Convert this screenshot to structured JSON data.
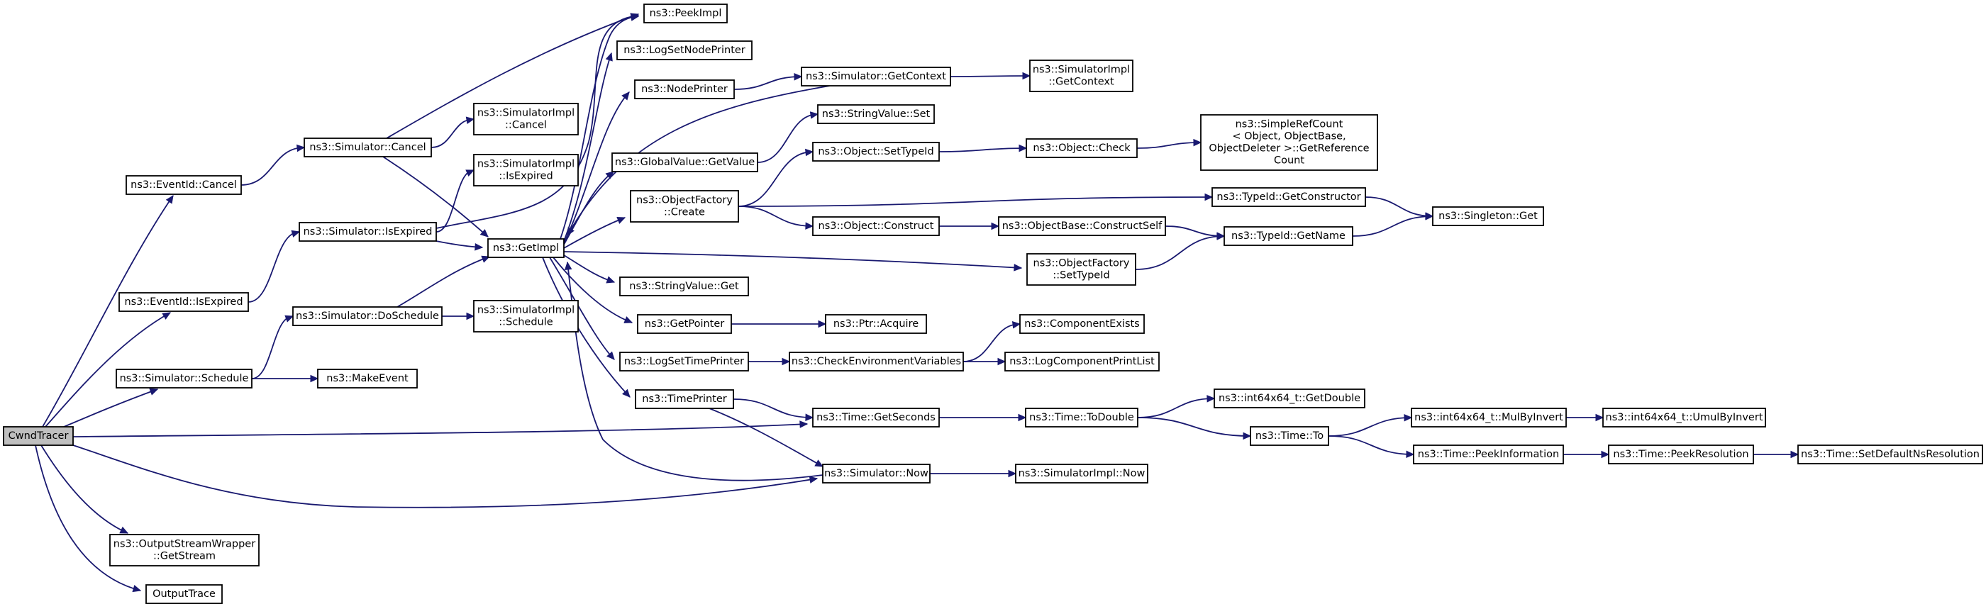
{
  "graph": {
    "nodes": [
      {
        "id": "cwnd",
        "lines": [
          "CwndTracer"
        ],
        "style": "root"
      },
      {
        "id": "eid_cancel",
        "lines": [
          "ns3::EventId::Cancel"
        ]
      },
      {
        "id": "eid_isexp",
        "lines": [
          "ns3::EventId::IsExpired"
        ]
      },
      {
        "id": "sim_schedule",
        "lines": [
          "ns3::Simulator::Schedule"
        ]
      },
      {
        "id": "osw_getstream",
        "lines": [
          "ns3::OutputStreamWrapper",
          "::GetStream"
        ]
      },
      {
        "id": "outputtrace",
        "lines": [
          "OutputTrace"
        ]
      },
      {
        "id": "sim_cancel",
        "lines": [
          "ns3::Simulator::Cancel"
        ]
      },
      {
        "id": "sim_isexp",
        "lines": [
          "ns3::Simulator::IsExpired"
        ]
      },
      {
        "id": "sim_dosched",
        "lines": [
          "ns3::Simulator::DoSchedule"
        ]
      },
      {
        "id": "makeevent",
        "lines": [
          "ns3::MakeEvent"
        ]
      },
      {
        "id": "simimpl_cancel",
        "lines": [
          "ns3::SimulatorImpl",
          "::Cancel"
        ]
      },
      {
        "id": "simimpl_isexp",
        "lines": [
          "ns3::SimulatorImpl",
          "::IsExpired"
        ]
      },
      {
        "id": "simimpl_sched",
        "lines": [
          "ns3::SimulatorImpl",
          "::Schedule"
        ]
      },
      {
        "id": "getimpl",
        "lines": [
          "ns3::GetImpl"
        ]
      },
      {
        "id": "peekimpl",
        "lines": [
          "ns3::PeekImpl"
        ]
      },
      {
        "id": "lognodeprinter",
        "lines": [
          "ns3::LogSetNodePrinter"
        ]
      },
      {
        "id": "nodeprinter",
        "lines": [
          "ns3::NodePrinter"
        ]
      },
      {
        "id": "gv_getvalue",
        "lines": [
          "ns3::GlobalValue::GetValue"
        ]
      },
      {
        "id": "objfactory_create",
        "lines": [
          "ns3::ObjectFactory",
          "::Create"
        ]
      },
      {
        "id": "stringvalue_get",
        "lines": [
          "ns3::StringValue::Get"
        ]
      },
      {
        "id": "getpointer",
        "lines": [
          "ns3::GetPointer"
        ]
      },
      {
        "id": "logtimeprinter",
        "lines": [
          "ns3::LogSetTimePrinter"
        ]
      },
      {
        "id": "timeprinter",
        "lines": [
          "ns3::TimePrinter"
        ]
      },
      {
        "id": "sim_getcontext",
        "lines": [
          "ns3::Simulator::GetContext"
        ]
      },
      {
        "id": "stringvalue_set",
        "lines": [
          "ns3::StringValue::Set"
        ]
      },
      {
        "id": "obj_settypeid",
        "lines": [
          "ns3::Object::SetTypeId"
        ]
      },
      {
        "id": "obj_construct",
        "lines": [
          "ns3::Object::Construct"
        ]
      },
      {
        "id": "ptr_acquire",
        "lines": [
          "ns3::Ptr::Acquire"
        ]
      },
      {
        "id": "checkenv",
        "lines": [
          "ns3::CheckEnvironmentVariables"
        ]
      },
      {
        "id": "time_getseconds",
        "lines": [
          "ns3::Time::GetSeconds"
        ]
      },
      {
        "id": "sim_now",
        "lines": [
          "ns3::Simulator::Now"
        ]
      },
      {
        "id": "simimpl_getcontext",
        "lines": [
          "ns3::SimulatorImpl",
          "::GetContext"
        ]
      },
      {
        "id": "obj_check",
        "lines": [
          "ns3::Object::Check"
        ]
      },
      {
        "id": "objbase_constructself",
        "lines": [
          "ns3::ObjectBase::ConstructSelf"
        ],
        "style": "red"
      },
      {
        "id": "objfactory_settypeid",
        "lines": [
          "ns3::ObjectFactory",
          "::SetTypeId"
        ]
      },
      {
        "id": "componentexists",
        "lines": [
          "ns3::ComponentExists"
        ],
        "style": "red"
      },
      {
        "id": "logcomponentprintlist",
        "lines": [
          "ns3::LogComponentPrintList"
        ],
        "style": "red"
      },
      {
        "id": "time_todouble",
        "lines": [
          "ns3::Time::ToDouble"
        ]
      },
      {
        "id": "simimpl_now",
        "lines": [
          "ns3::SimulatorImpl::Now"
        ]
      },
      {
        "id": "simplerefcount",
        "lines": [
          "ns3::SimpleRefCount",
          "< Object, ObjectBase,",
          " ObjectDeleter >::GetReference",
          "Count"
        ]
      },
      {
        "id": "typeid_getconstructor",
        "lines": [
          "ns3::TypeId::GetConstructor"
        ]
      },
      {
        "id": "typeid_getname",
        "lines": [
          "ns3::TypeId::GetName"
        ]
      },
      {
        "id": "int64_getdouble",
        "lines": [
          "ns3::int64x64_t::GetDouble"
        ]
      },
      {
        "id": "time_to",
        "lines": [
          "ns3::Time::To"
        ]
      },
      {
        "id": "singleton_get",
        "lines": [
          "ns3::Singleton::Get"
        ]
      },
      {
        "id": "int64_mulbyinvert",
        "lines": [
          "ns3::int64x64_t::MulByInvert"
        ]
      },
      {
        "id": "time_peekinfo",
        "lines": [
          "ns3::Time::PeekInformation"
        ]
      },
      {
        "id": "int64_umulbyinvert",
        "lines": [
          "ns3::int64x64_t::UmulByInvert"
        ]
      },
      {
        "id": "time_peekres",
        "lines": [
          "ns3::Time::PeekResolution"
        ]
      },
      {
        "id": "time_setdefaultns",
        "lines": [
          "ns3::Time::SetDefaultNsResolution"
        ],
        "style": "red"
      }
    ],
    "edges": [
      [
        "cwnd",
        "eid_cancel"
      ],
      [
        "cwnd",
        "eid_isexp"
      ],
      [
        "cwnd",
        "sim_schedule"
      ],
      [
        "cwnd",
        "time_getseconds"
      ],
      [
        "cwnd",
        "sim_now"
      ],
      [
        "cwnd",
        "osw_getstream"
      ],
      [
        "cwnd",
        "outputtrace"
      ],
      [
        "eid_cancel",
        "sim_cancel"
      ],
      [
        "eid_isexp",
        "sim_isexp"
      ],
      [
        "sim_schedule",
        "sim_dosched"
      ],
      [
        "sim_schedule",
        "makeevent"
      ],
      [
        "sim_cancel",
        "peekimpl"
      ],
      [
        "sim_cancel",
        "simimpl_cancel"
      ],
      [
        "sim_cancel",
        "getimpl"
      ],
      [
        "sim_isexp",
        "peekimpl"
      ],
      [
        "sim_isexp",
        "simimpl_isexp"
      ],
      [
        "sim_isexp",
        "getimpl"
      ],
      [
        "sim_dosched",
        "getimpl"
      ],
      [
        "sim_dosched",
        "simimpl_sched"
      ],
      [
        "getimpl",
        "peekimpl"
      ],
      [
        "getimpl",
        "lognodeprinter"
      ],
      [
        "getimpl",
        "nodeprinter"
      ],
      [
        "getimpl",
        "gv_getvalue"
      ],
      [
        "getimpl",
        "objfactory_create"
      ],
      [
        "getimpl",
        "stringvalue_get"
      ],
      [
        "getimpl",
        "getpointer"
      ],
      [
        "getimpl",
        "logtimeprinter"
      ],
      [
        "getimpl",
        "timeprinter"
      ],
      [
        "getimpl",
        "objfactory_settypeid"
      ],
      [
        "nodeprinter",
        "sim_getcontext"
      ],
      [
        "sim_getcontext",
        "getimpl"
      ],
      [
        "sim_getcontext",
        "simimpl_getcontext"
      ],
      [
        "gv_getvalue",
        "stringvalue_set"
      ],
      [
        "objfactory_create",
        "obj_settypeid"
      ],
      [
        "objfactory_create",
        "obj_construct"
      ],
      [
        "objfactory_create",
        "typeid_getconstructor"
      ],
      [
        "obj_settypeid",
        "obj_check"
      ],
      [
        "obj_check",
        "simplerefcount"
      ],
      [
        "obj_construct",
        "objbase_constructself"
      ],
      [
        "objbase_constructself",
        "typeid_getname"
      ],
      [
        "objfactory_settypeid",
        "typeid_getname"
      ],
      [
        "typeid_getconstructor",
        "singleton_get"
      ],
      [
        "typeid_getname",
        "singleton_get"
      ],
      [
        "getpointer",
        "ptr_acquire"
      ],
      [
        "logtimeprinter",
        "checkenv"
      ],
      [
        "checkenv",
        "componentexists"
      ],
      [
        "checkenv",
        "logcomponentprintlist"
      ],
      [
        "timeprinter",
        "time_getseconds"
      ],
      [
        "timeprinter",
        "sim_now"
      ],
      [
        "time_getseconds",
        "time_todouble"
      ],
      [
        "time_todouble",
        "int64_getdouble"
      ],
      [
        "time_todouble",
        "time_to"
      ],
      [
        "time_to",
        "int64_mulbyinvert"
      ],
      [
        "time_to",
        "time_peekinfo"
      ],
      [
        "int64_mulbyinvert",
        "int64_umulbyinvert"
      ],
      [
        "time_peekinfo",
        "time_peekres"
      ],
      [
        "time_peekres",
        "time_setdefaultns"
      ],
      [
        "sim_now",
        "getimpl"
      ],
      [
        "sim_now",
        "simimpl_now"
      ]
    ]
  },
  "colors": {
    "edge": "#191970",
    "root_fill": "#bfbfbf",
    "node_fill": "#ffffff",
    "node_border": "#000000",
    "red_border": "#ff0000"
  }
}
